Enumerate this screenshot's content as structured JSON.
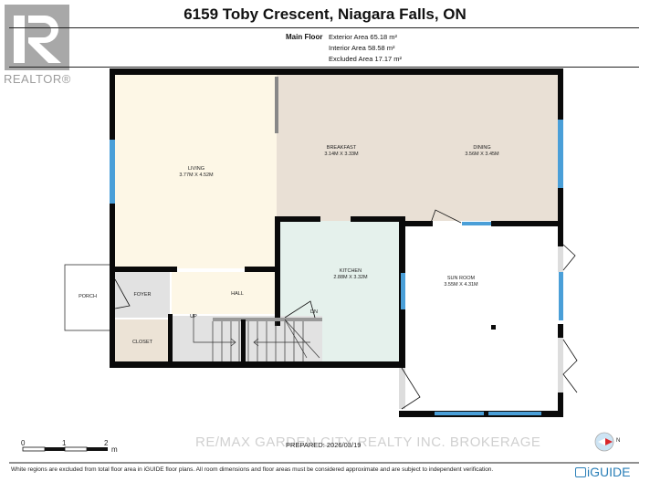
{
  "header": {
    "title": "6159 Toby Crescent, Niagara Falls, ON",
    "floor_label": "Main Floor",
    "areas": [
      "Exterior Area 65.18 m²",
      "Interior Area 58.58 m²",
      "Excluded Area 17.17 m²"
    ]
  },
  "logo": {
    "brand": "REALTOR®"
  },
  "rooms": {
    "living": {
      "name": "LIVING",
      "dims": "3.77m x 4.52m"
    },
    "breakfast": {
      "name": "BREAKFAST",
      "dims": "3.14m x 3.33m"
    },
    "dining": {
      "name": "DINING",
      "dims": "3.56m x 3.45m"
    },
    "kitchen": {
      "name": "KITCHEN",
      "dims": "2.88m x 3.32m"
    },
    "sunroom": {
      "name": "SUN ROOM",
      "dims": "3.55m x 4.31m"
    },
    "porch": {
      "name": "PORCH"
    },
    "foyer": {
      "name": "FOYER"
    },
    "hall": {
      "name": "HALL"
    },
    "closet": {
      "name": "CLOSET"
    },
    "stairs_up": "UP",
    "stairs_down": "DN"
  },
  "colors": {
    "living": "#fdf7e6",
    "breakfast": "#e9e0d5",
    "kitchen": "#e5f1ec",
    "foyer": "#e2e2e2",
    "closet": "#ece3d6",
    "window": "#4a9fd8",
    "wall": "#0a0a0a"
  },
  "scale": {
    "ticks": [
      "0",
      "1",
      "2"
    ],
    "unit": "m"
  },
  "compass": {
    "label": "N"
  },
  "footer": {
    "watermark": "RE/MAX GARDEN CITY REALTY INC. BROKERAGE",
    "prepared": "PREPARED: 2026/03/19",
    "disclaimer": "White regions are excluded from total floor area in iGUIDE floor plans. All room dimensions and floor areas must be considered approximate and are subject to independent verification.",
    "brand": "iGUIDE"
  }
}
